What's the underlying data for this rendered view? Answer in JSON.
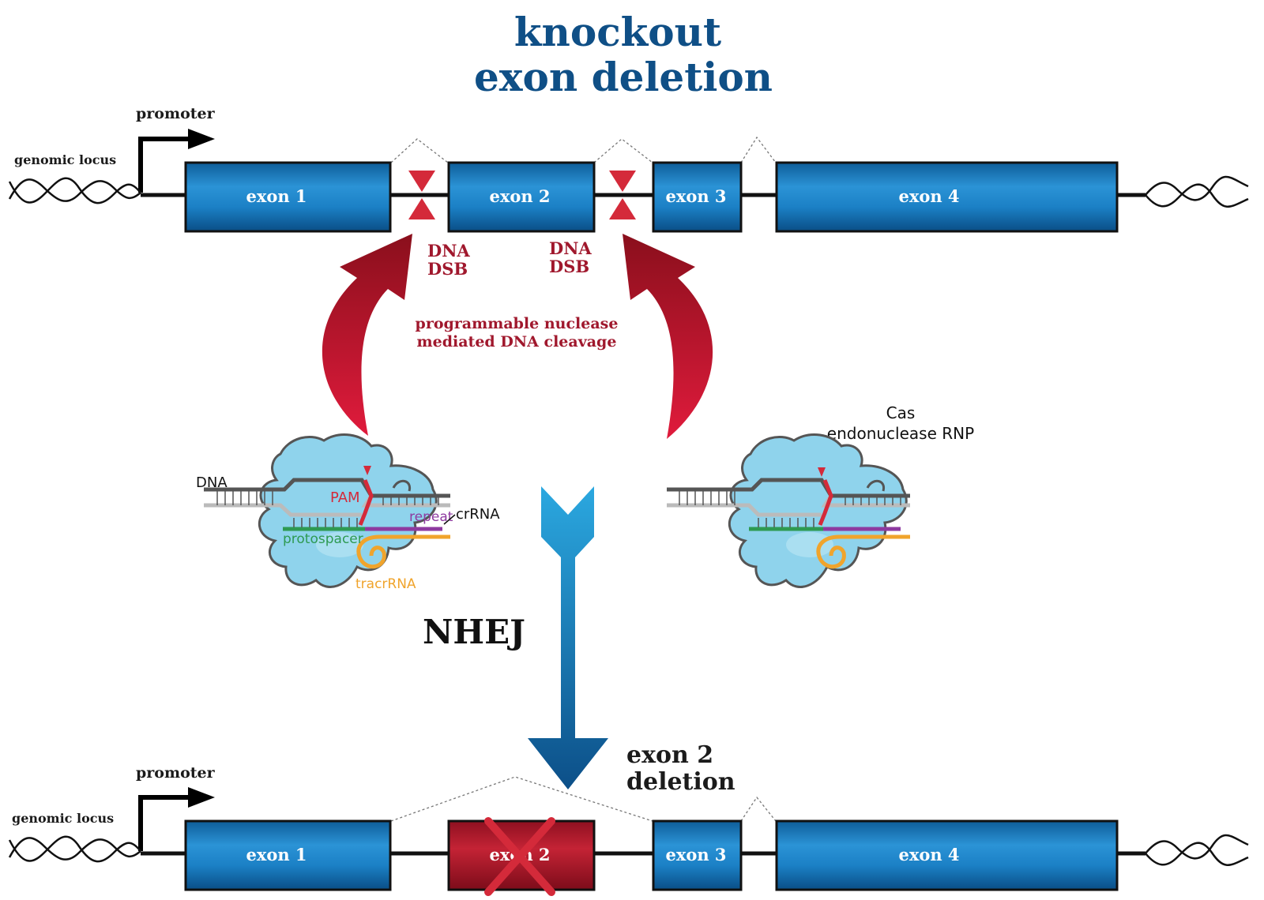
{
  "title": {
    "line1": "knockout",
    "line2": "exon deletion"
  },
  "top_locus": {
    "promoter": "promoter",
    "genomic_locus": "genomic locus",
    "exons": [
      "exon 1",
      "exon 2",
      "exon 3",
      "exon 4"
    ]
  },
  "cuts": {
    "left": {
      "line1": "DNA",
      "line2": "DSB"
    },
    "right": {
      "line1": "DNA",
      "line2": "DSB"
    }
  },
  "cleavage_label": {
    "line1": "programmable nuclease",
    "line2": "mediated DNA cleavage"
  },
  "cas_complex": {
    "title_line1": "Cas",
    "title_line2": "endonuclease RNP",
    "dna": "DNA",
    "pam": "PAM",
    "repeat": "repeat",
    "crrna": "crRNA",
    "protospacer": "protospacer",
    "tracrrna": "tracrRNA"
  },
  "nhej": "NHEJ",
  "deletion_label": {
    "line1": "exon 2",
    "line2": "deletion"
  },
  "bottom_locus": {
    "promoter": "promoter",
    "genomic_locus": "genomic locus",
    "exons": [
      "exon 1",
      "exon 2",
      "exon 3",
      "exon 4"
    ]
  },
  "colors": {
    "title": "#0f4f86",
    "exon_blue": "#1a7fc4",
    "exon_deleted": "#b31b2c",
    "cut_red": "#d42a3a",
    "protein": "#8fd3ec",
    "protospacer": "#2e9a52",
    "repeat": "#8e3aa0",
    "tracrrna": "#f0a42c"
  }
}
